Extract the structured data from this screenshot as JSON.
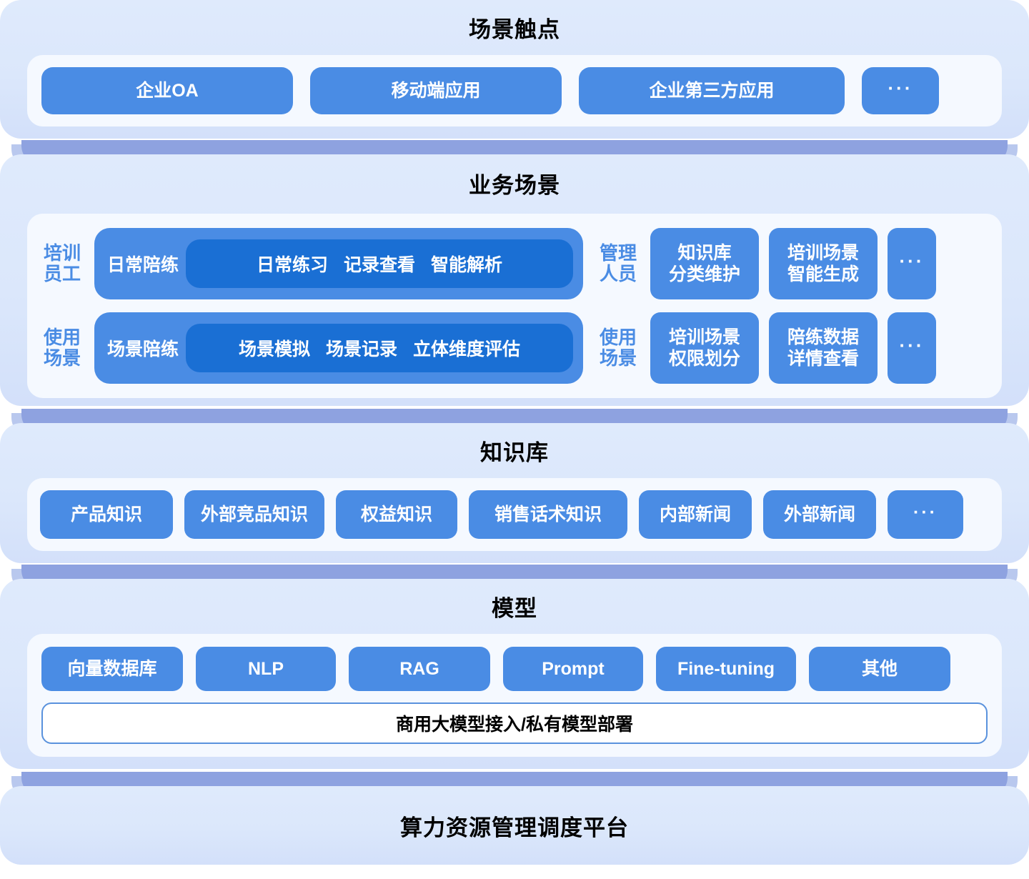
{
  "theme": {
    "chip_blue": "#4a8ce4",
    "inner_pill_blue": "#1a6fd4",
    "slab_bg": "#dbe7fb",
    "card_bg": "#f5f9ff",
    "shade_band": "#8ea2e0",
    "title_color": "#000000",
    "role_label_color": "#4a8ce4"
  },
  "layers": [
    {
      "id": "touchpoint",
      "title": "场景触点",
      "items": [
        {
          "label": "企业OA"
        },
        {
          "label": "移动端应用"
        },
        {
          "label": "企业第三方应用"
        },
        {
          "label": "···"
        }
      ]
    },
    {
      "id": "business",
      "title": "业务场景",
      "left": {
        "rows": [
          {
            "role": "培训\n员工",
            "head": "日常陪练",
            "tags": [
              "日常练习",
              "记录查看",
              "智能解析"
            ]
          },
          {
            "role": "使用\n场景",
            "head": "场景陪练",
            "tags": [
              "场景模拟",
              "场景记录",
              "立体维度评估"
            ]
          }
        ]
      },
      "right": {
        "rows": [
          {
            "role": "管理\n人员",
            "chips": [
              "知识库\n分类维护",
              "培训场景\n智能生成",
              "···"
            ]
          },
          {
            "role": "使用\n场景",
            "chips": [
              "培训场景\n权限划分",
              "陪练数据\n详情查看",
              "···"
            ]
          }
        ]
      }
    },
    {
      "id": "knowledge",
      "title": "知识库",
      "items": [
        {
          "label": "产品知识"
        },
        {
          "label": "外部竞品知识"
        },
        {
          "label": "权益知识"
        },
        {
          "label": "销售话术知识"
        },
        {
          "label": "内部新闻"
        },
        {
          "label": "外部新闻"
        },
        {
          "label": "···"
        }
      ]
    },
    {
      "id": "model",
      "title": "模型",
      "items": [
        {
          "label": "向量数据库"
        },
        {
          "label": "NLP"
        },
        {
          "label": "RAG"
        },
        {
          "label": "Prompt"
        },
        {
          "label": "Fine-tuning"
        },
        {
          "label": "其他"
        }
      ],
      "deploy_bar": "商用大模型接入/私有模型部署"
    },
    {
      "id": "compute",
      "title": "算力资源管理调度平台"
    }
  ]
}
